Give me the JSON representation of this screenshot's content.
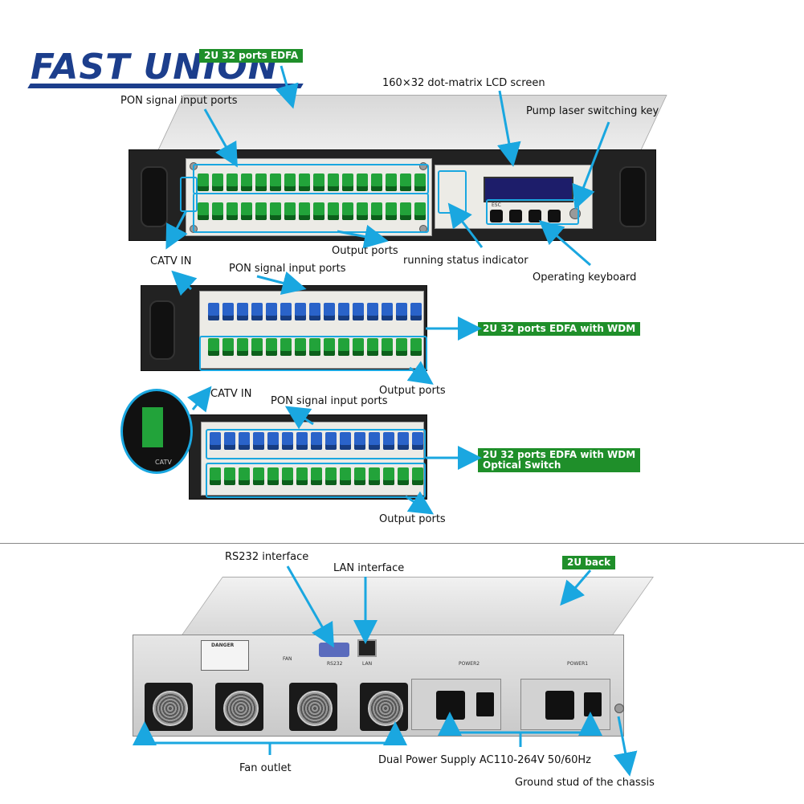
{
  "logo": {
    "text": "FAST UNION"
  },
  "badges": {
    "edfa_2u_32": "2U 32 ports EDFA",
    "edfa_wdm": "2U 32 ports EDFA with WDM",
    "edfa_wdm_switch_line1": "2U 32 ports EDFA with WDM",
    "edfa_wdm_switch_line2": "Optical Switch",
    "back": "2U back"
  },
  "labels": {
    "pon_input_1": "PON signal input ports",
    "lcd_screen": "160×32 dot-matrix LCD screen",
    "pump_key": "Pump laser switching key",
    "catv_in_1": "CATV IN",
    "output_ports_1": "Output ports",
    "running_status": "running status indicator",
    "operating_keyboard": "Operating keyboard",
    "pon_input_2": "PON signal input ports",
    "output_ports_2": "Output ports",
    "catv_in_2": "CATV IN",
    "pon_input_3": "PON signal input ports",
    "output_ports_3": "Output ports",
    "rs232": "RS232 interface",
    "lan": "LAN interface",
    "fan_outlet": "Fan outlet",
    "dual_power": "Dual Power Supply AC110-264V 50/60Hz",
    "ground_stud": "Ground stud of the chassis"
  },
  "device_marks": {
    "danger": "DANGER",
    "fan": "FAN",
    "rs232_port": "RS232",
    "lan_port": "LAN",
    "power2": "POWER2",
    "power1": "POWER1",
    "esc": "ESC",
    "catv": "CATV"
  },
  "colors": {
    "accent_arrow": "#1aa7e0",
    "badge_green": "#1f8f2a",
    "logo_blue": "#1c3e8c"
  }
}
